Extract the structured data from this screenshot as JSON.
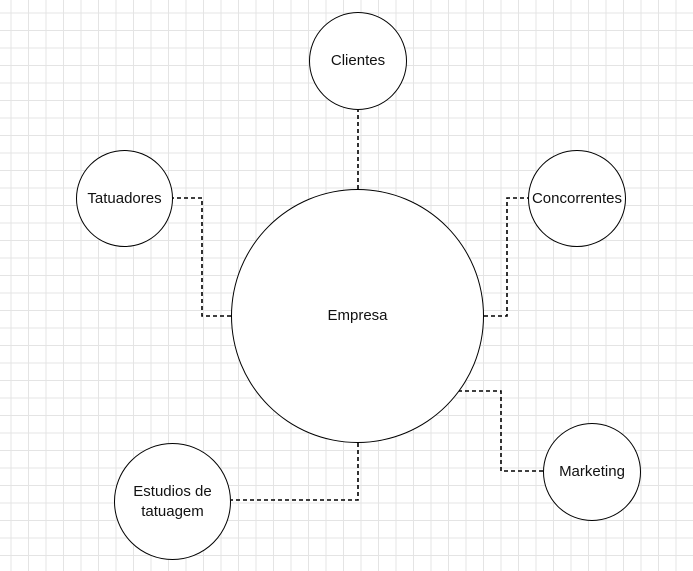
{
  "diagram": {
    "nodes": {
      "center": "Empresa",
      "clientes": "Clientes",
      "tatuadores": "Tatuadores",
      "concorrentes": "Concorrentes",
      "marketing": "Marketing",
      "estudios": "Estudios de\ntatuagem"
    },
    "edges": [
      {
        "from": "Empresa",
        "to": "Clientes"
      },
      {
        "from": "Empresa",
        "to": "Tatuadores"
      },
      {
        "from": "Empresa",
        "to": "Concorrentes"
      },
      {
        "from": "Empresa",
        "to": "Marketing"
      },
      {
        "from": "Empresa",
        "to": "Estudios de\ntatuagem"
      }
    ],
    "colors": {
      "stroke": "#000000",
      "grid": "#e4e4e4",
      "background": "#ffffff"
    }
  }
}
